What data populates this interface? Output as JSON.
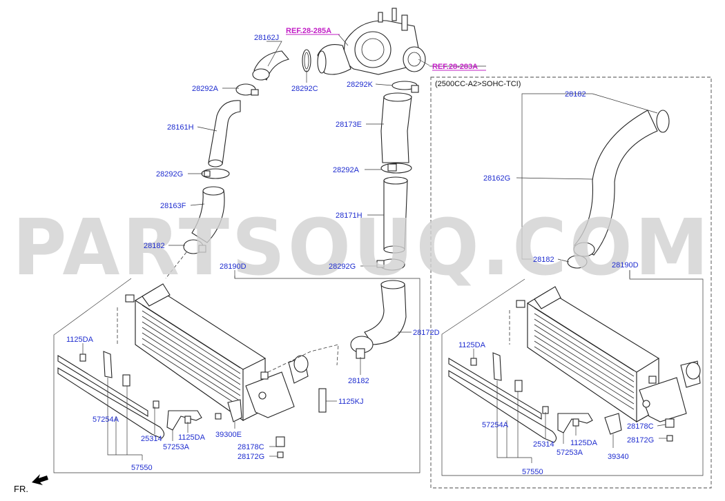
{
  "watermark": "PARTSOUQ.COM",
  "variant_caption": "(2500CC-A2>SOHC-TCI)",
  "orientation_label": "FR.",
  "references": [
    "REF.28-285A",
    "REF.28-283A"
  ],
  "labels": {
    "l_28162J": "28162J",
    "l_28292A_top": "28292A",
    "l_28292C": "28292C",
    "l_28161H": "28161H",
    "l_28292G_left": "28292G",
    "l_28163F": "28163F",
    "l_28182_left": "28182",
    "l_28190D_left": "28190D",
    "l_28292K": "28292K",
    "l_28173E": "28173E",
    "l_28292A_mid": "28292A",
    "l_28171H": "28171H",
    "l_28292G_mid": "28292G",
    "l_28172D": "28172D",
    "l_28182_mid": "28182",
    "l_1125KJ": "1125KJ",
    "l_1125DA_left": "1125DA",
    "l_57254A_left": "57254A",
    "l_25314_left": "25314",
    "l_1125DA_left2": "1125DA",
    "l_57253A_left": "57253A",
    "l_57550_left": "57550",
    "l_39300E": "39300E",
    "l_28178C_left": "28178C",
    "l_28172G_left": "28172G",
    "l_28182_right_top": "28182",
    "l_28162G": "28162G",
    "l_28182_right": "28182",
    "l_28190D_right": "28190D",
    "l_1125DA_right": "1125DA",
    "l_57254A_right": "57254A",
    "l_25314_right": "25314",
    "l_1125DA_right2": "1125DA",
    "l_57253A_right": "57253A",
    "l_57550_right": "57550",
    "l_39340": "39340",
    "l_28178C_right": "28178C",
    "l_28172G_right": "28172G"
  },
  "colors": {
    "label": "#1e2ccf",
    "reference": "#c21ec6",
    "watermark": "#d2d2d2",
    "line": "#222222"
  }
}
